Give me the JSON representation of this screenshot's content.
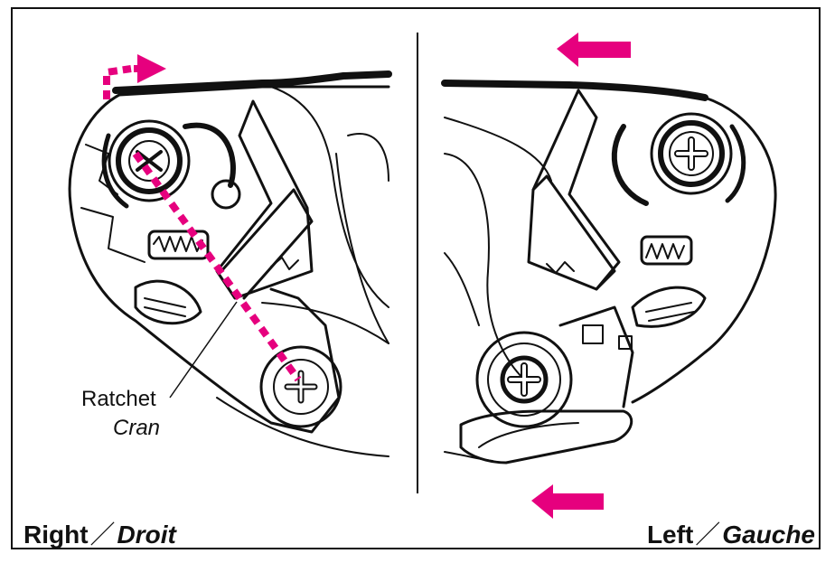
{
  "labels": {
    "ratchet_en": "Ratchet",
    "ratchet_fr": "Cran"
  },
  "captions": {
    "right_en": "Right",
    "right_fr": "Droit",
    "left_en": "Left",
    "left_fr": "Gauche",
    "separator": "／"
  },
  "colors": {
    "accent": "#e6007e",
    "line": "#111111"
  }
}
